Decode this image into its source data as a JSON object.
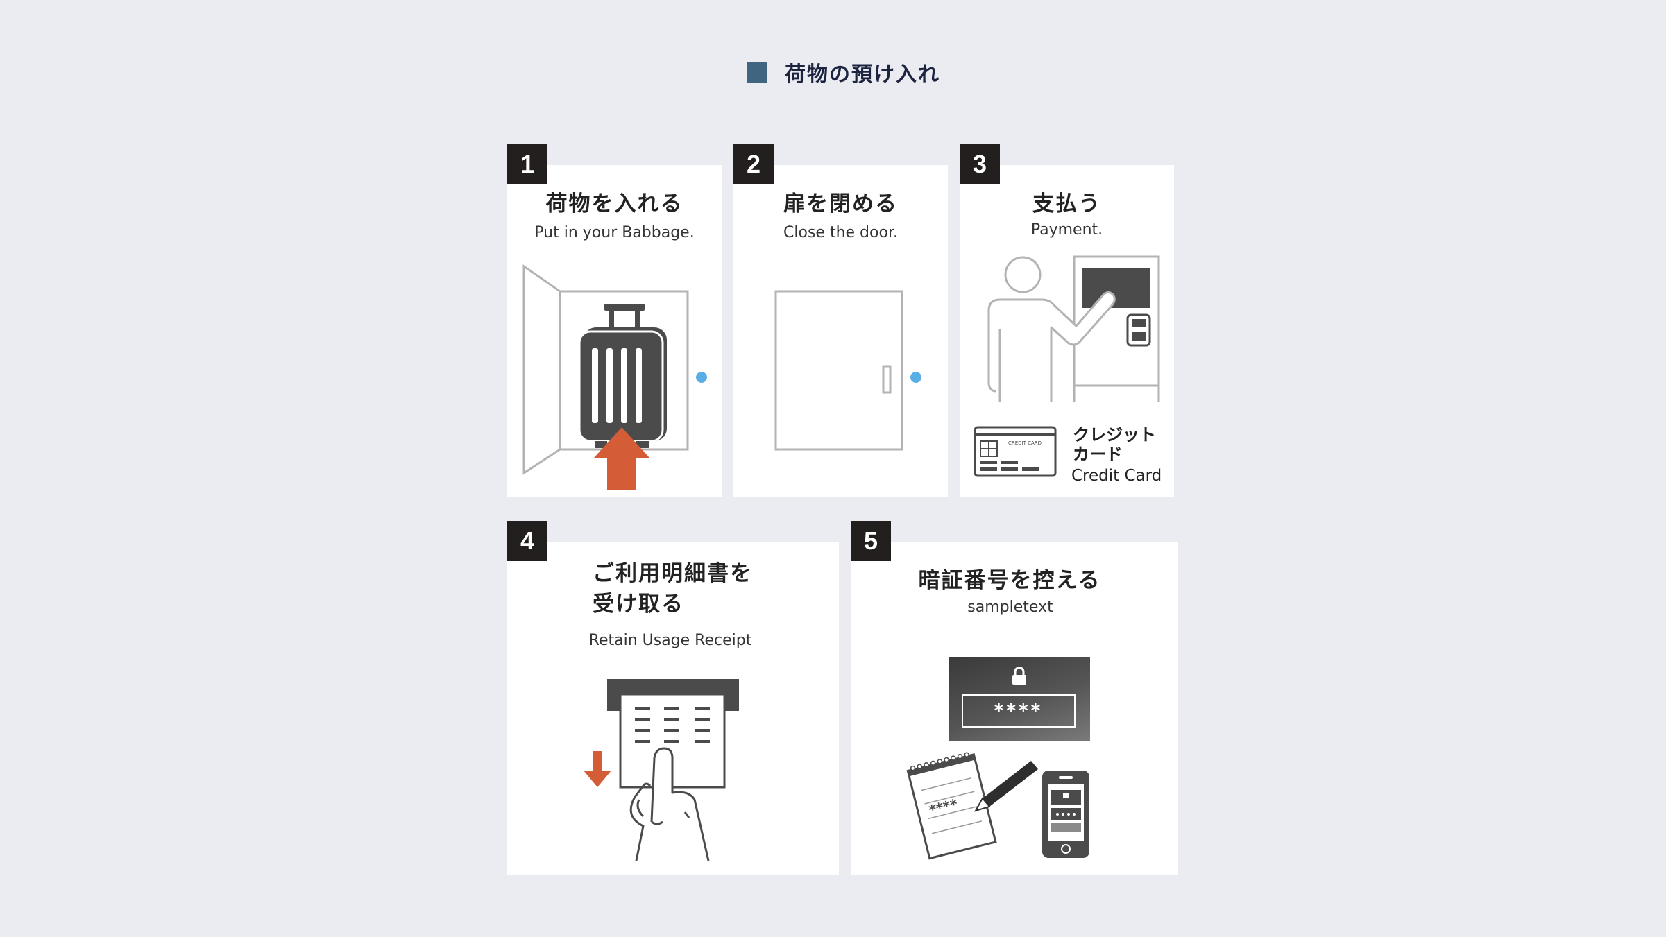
{
  "header": {
    "title": "荷物の預け入れ",
    "square_color": "#3f6581"
  },
  "colors": {
    "accent_orange": "#d45d38",
    "indicator_blue": "#5aaee6",
    "dark_gray": "#4b4b4b",
    "badge": "#231f1f"
  },
  "steps": [
    {
      "number": "1",
      "title": "荷物を入れる",
      "subtitle": "Put in your Babbage."
    },
    {
      "number": "2",
      "title": "扉を閉める",
      "subtitle": "Close the door."
    },
    {
      "number": "3",
      "title": "支払う",
      "subtitle": "Payment.",
      "card_label_ja_1": "クレジット",
      "card_label_ja_2": "カード",
      "card_label_en": "Credit Card",
      "card_printed_text": "CREDIT CARD"
    },
    {
      "number": "4",
      "title_line1": "ご利用明細書を",
      "title_line2": "受け取る",
      "subtitle": "Retain Usage Receipt"
    },
    {
      "number": "5",
      "title": "暗証番号を控える",
      "subtitle": "sampletext",
      "pin_mask": "****"
    }
  ]
}
